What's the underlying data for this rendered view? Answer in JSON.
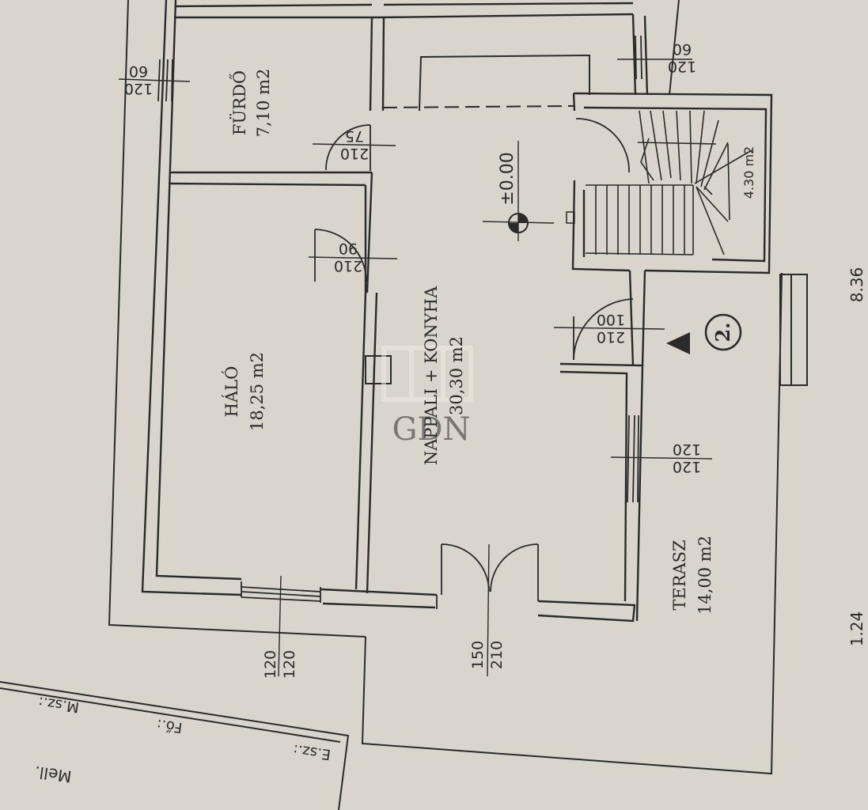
{
  "rooms": {
    "furdo": {
      "name": "FÜRDŐ",
      "area": "7,10 m2"
    },
    "halo": {
      "name": "HÁLÓ",
      "area": "18,25 m2"
    },
    "nappali": {
      "name": "NAPPALI + KONYHA",
      "area": "30,30 m2"
    },
    "terasz": {
      "name": "TERASZ",
      "area": "14,00 m2"
    },
    "lepcso": {
      "area": "4.30 m2"
    }
  },
  "level_mark": "±0.00",
  "section_marker": "2.",
  "openings": {
    "win_furdo": {
      "w": "60",
      "h": "120"
    },
    "win_top_right": {
      "w": "60",
      "h": "120"
    },
    "door_furdo": {
      "w": "75",
      "h": "210"
    },
    "door_halo": {
      "w": "90",
      "h": "210"
    },
    "door_entry": {
      "w": "100",
      "h": "210"
    },
    "win_terasz": {
      "w": "120",
      "h": "120"
    },
    "win_halo_bottom": {
      "w": "120",
      "h": "120"
    },
    "door_terasz": {
      "w": "150",
      "h": "210"
    }
  },
  "edge_numbers": {
    "right": "8.36",
    "bottom_right": "1.24"
  },
  "stamp_box": {
    "e_sz": "E.sz.:",
    "fo": "Fő.:",
    "m_sz": "M.sz.:",
    "mell": "Mell."
  },
  "watermark": "GDN",
  "colors": {
    "paper": "#d9d5cc",
    "ink": "#2a2a2a",
    "wall": "#e8e4dc"
  }
}
